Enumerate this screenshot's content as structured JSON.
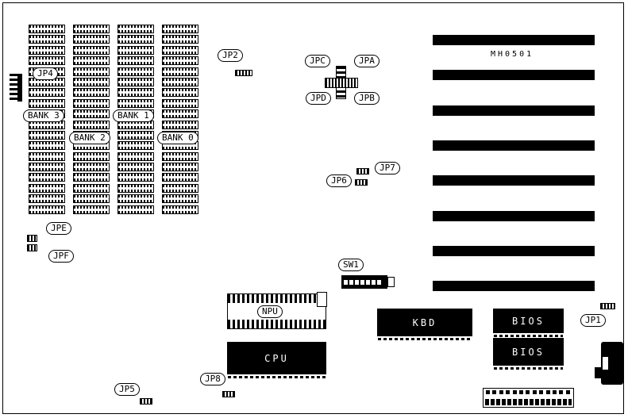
{
  "board": {
    "id_label": "MH0501",
    "colors": {
      "ink": "#000000",
      "paper": "#ffffff"
    },
    "banks": {
      "bank3": "BANK 3",
      "bank1": "BANK 1",
      "bank2": "BANK 2",
      "bank0": "BANK 0"
    },
    "jumpers": {
      "jp1": "JP1",
      "jp2": "JP2",
      "jp4": "JP4",
      "jp5": "JP5",
      "jp6": "JP6",
      "jp7": "JP7",
      "jp8": "JP8",
      "jpa": "JPA",
      "jpb": "JPB",
      "jpc": "JPC",
      "jpd": "JPD",
      "jpe": "JPE",
      "jpf": "JPF"
    },
    "switch_label": "SW1",
    "chips": {
      "npu": "NPU",
      "cpu": "CPU",
      "kbd": "KBD",
      "bios_top": "BIOS",
      "bios_bottom": "BIOS"
    },
    "memory_grid": {
      "columns": 4,
      "rows": 18
    },
    "expansion_slots": {
      "count": 8
    },
    "sw1": {
      "positions": 7
    },
    "bottom_connector": {
      "pins": 13
    }
  }
}
